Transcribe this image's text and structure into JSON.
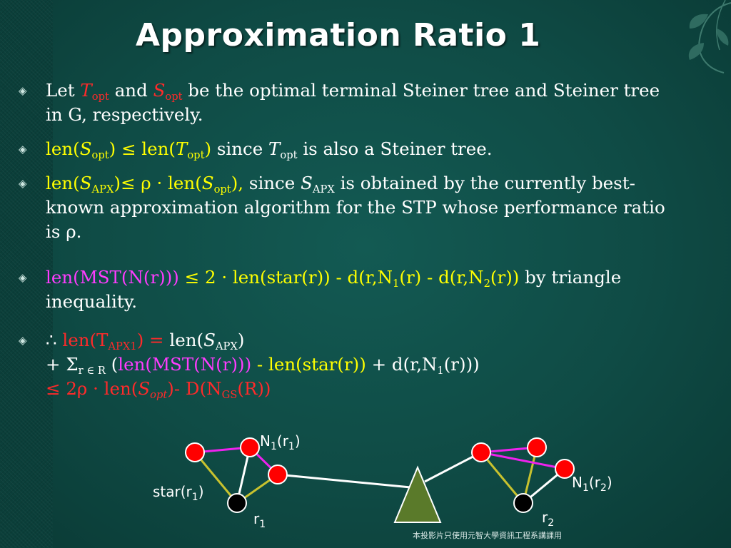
{
  "title": "Approximation Ratio 1",
  "footer_note": "本投影片只使用元智大學資訊工程系講課用",
  "symbols": {
    "T": "T",
    "S": "S",
    "opt": "opt",
    "apx": "APX",
    "apx1": "APX1",
    "gs": "GS",
    "one": "1",
    "two": "2",
    "rho": "ρ"
  },
  "bullets": {
    "b1": {
      "let": "Let ",
      "and": " and ",
      "rest": " be the optimal terminal Steiner tree and Steiner tree in G, respectively."
    },
    "b2": {
      "len_open": "len(",
      "close_le": ") ≤ len(",
      "close": ")",
      "since": " since ",
      "rest": " is also a Steiner tree."
    },
    "b3": {
      "len_open": "len(",
      "le_rho": ")≤ ρ · len(",
      "close_comma": "),",
      "since": " since ",
      "rest": " is obtained by the currently best-known approximation algorithm for the STP whose performance ratio is  ",
      "end": "."
    },
    "b4": {
      "mst": "len(MST(N(r))) ",
      "expr_a": "≤ 2 · len(star(r)) - d(r,N",
      "expr_b": "(r) - d(r,N",
      "expr_c": "(r))",
      "rest": " by triangle inequality."
    },
    "b5": {
      "therefore": "∴ ",
      "len_t": "len(T",
      "close_eq": ")  =  ",
      "len_s": "len(",
      "close": ")",
      "plus_sigma": "+ Σ",
      "sigma_sub": "r ∈ R",
      "open_paren": " (",
      "mst": "len(MST(N(r)))",
      "minus_star": " - len(star(r))",
      "plus_d": " + d(r,N",
      "d_close": "(r)))",
      "le2rho": "≤ 2ρ · len(",
      "minus_D": ")- D(N",
      "R_close": "(R))"
    }
  },
  "diagram": {
    "n1r1_a": "N",
    "n1r1_b": "(r",
    "n1r1_c": ")",
    "n1r2_a": "N",
    "n1r2_b": "(r",
    "n1r2_c": ")",
    "star_a": "star(r",
    "star_b": ")",
    "r1_a": "r",
    "r2_a": "r",
    "colors": {
      "terminal": "#ff0000",
      "steiner_root": "#000000",
      "tree": "#5a7a2a",
      "edge_star": "#c8c22e",
      "edge_mst": "#ee22ee",
      "edge_main": "#ffffff"
    }
  }
}
